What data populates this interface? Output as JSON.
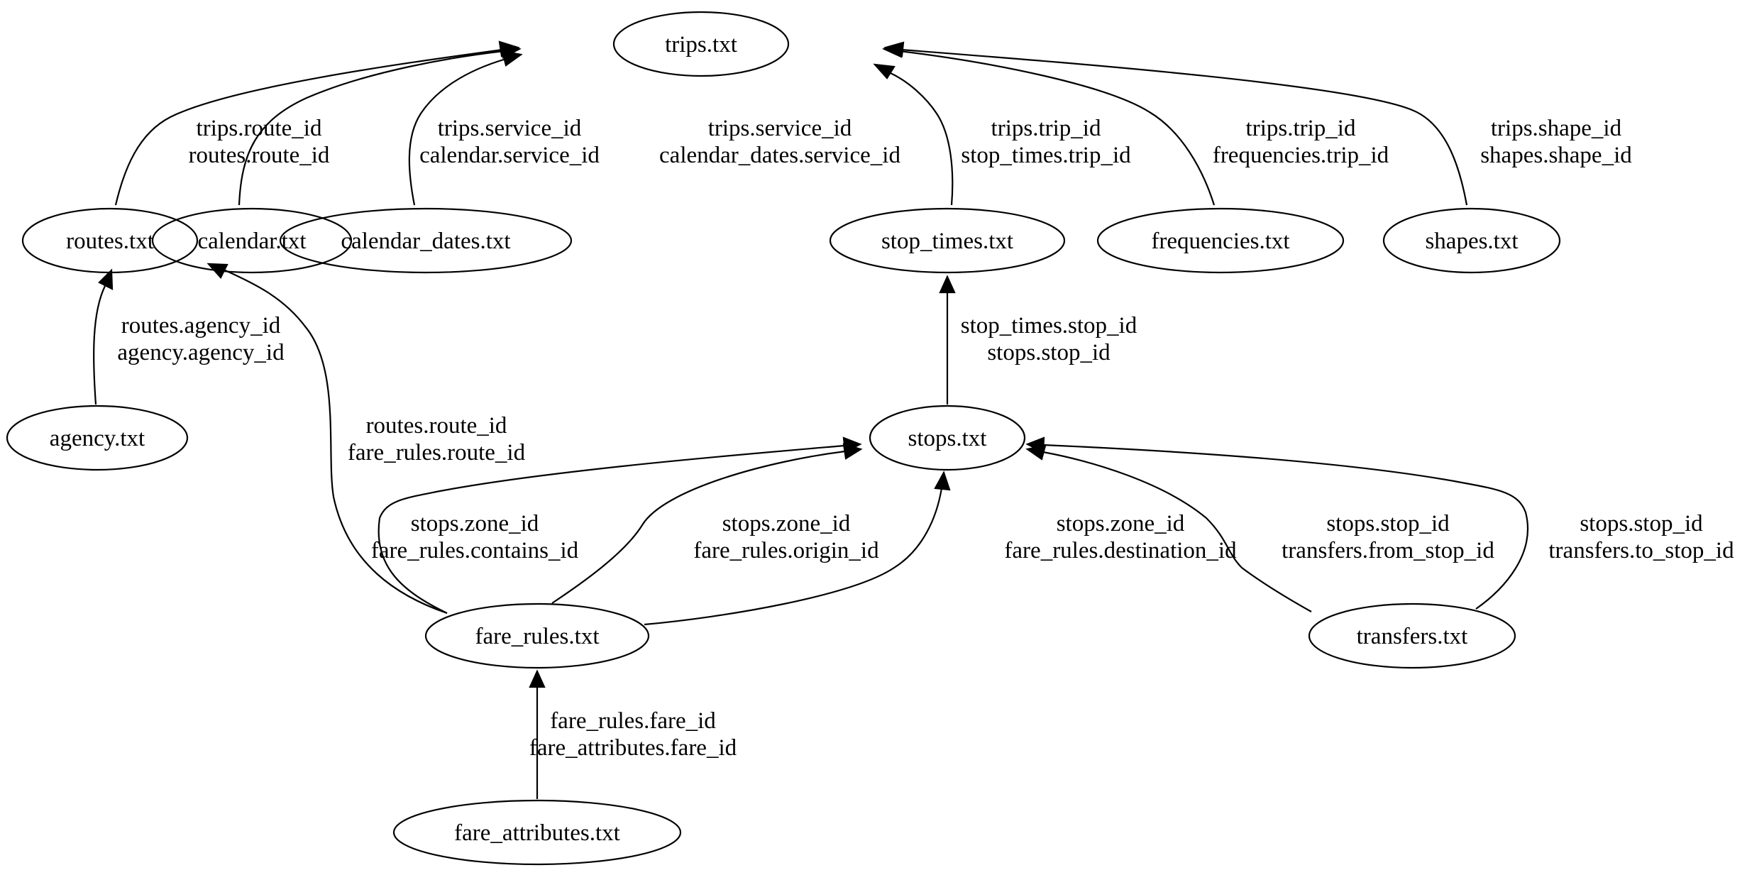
{
  "nodes": {
    "trips": "trips.txt",
    "routes": "routes.txt",
    "calendar": "calendar.txt",
    "calendar_dates": "calendar_dates.txt",
    "stop_times": "stop_times.txt",
    "frequencies": "frequencies.txt",
    "shapes": "shapes.txt",
    "agency": "agency.txt",
    "stops": "stops.txt",
    "fare_rules": "fare_rules.txt",
    "transfers": "transfers.txt",
    "fare_attributes": "fare_attributes.txt"
  },
  "edges": {
    "routes_trips": {
      "line1": "trips.route_id",
      "line2": "routes.route_id"
    },
    "calendar_trips": {
      "line1": "trips.service_id",
      "line2": "calendar.service_id"
    },
    "calendar_dates_trips": {
      "line1": "trips.service_id",
      "line2": "calendar_dates.service_id"
    },
    "stop_times_trips": {
      "line1": "trips.trip_id",
      "line2": "stop_times.trip_id"
    },
    "frequencies_trips": {
      "line1": "trips.trip_id",
      "line2": "frequencies.trip_id"
    },
    "shapes_trips": {
      "line1": "trips.shape_id",
      "line2": "shapes.shape_id"
    },
    "agency_routes": {
      "line1": "routes.agency_id",
      "line2": "agency.agency_id"
    },
    "stops_stop_times": {
      "line1": "stop_times.stop_id",
      "line2": "stops.stop_id"
    },
    "fare_rules_routes": {
      "line1": "routes.route_id",
      "line2": "fare_rules.route_id"
    },
    "fare_rules_stops_contains": {
      "line1": "stops.zone_id",
      "line2": "fare_rules.contains_id"
    },
    "fare_rules_stops_origin": {
      "line1": "stops.zone_id",
      "line2": "fare_rules.origin_id"
    },
    "fare_rules_stops_destination": {
      "line1": "stops.zone_id",
      "line2": "fare_rules.destination_id"
    },
    "transfers_stops_from": {
      "line1": "stops.stop_id",
      "line2": "transfers.from_stop_id"
    },
    "transfers_stops_to": {
      "line1": "stops.stop_id",
      "line2": "transfers.to_stop_id"
    },
    "fare_attributes_fare_rules": {
      "line1": "fare_rules.fare_id",
      "line2": "fare_attributes.fare_id"
    }
  }
}
